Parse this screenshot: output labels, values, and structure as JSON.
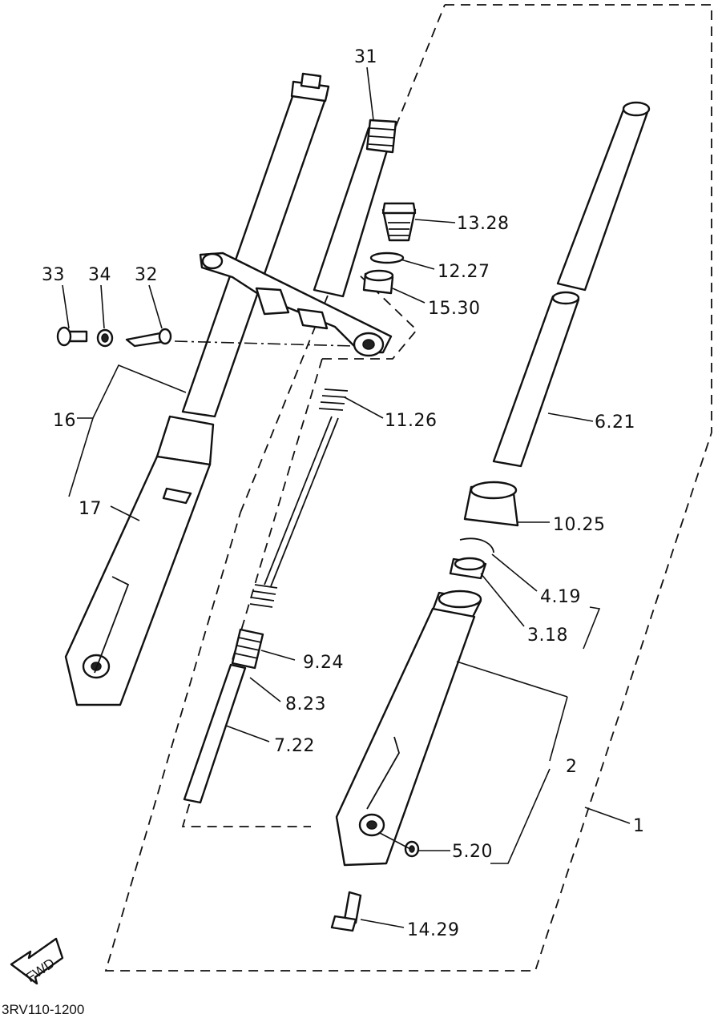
{
  "diagram_code": "3RV110-1200",
  "direction_label": "FWD",
  "callouts": {
    "c1": "1",
    "c2": "2",
    "c3": "3.18",
    "c4": "4.19",
    "c5": "5.20",
    "c6": "6.21",
    "c7": "7.22",
    "c8": "8.23",
    "c9": "9.24",
    "c10": "10.25",
    "c11": "11.26",
    "c12": "12.27",
    "c13": "13.28",
    "c14": "14.29",
    "c15": "15.30",
    "c16": "16",
    "c17": "17",
    "c31": "31",
    "c32": "32",
    "c33": "33",
    "c34": "34"
  }
}
